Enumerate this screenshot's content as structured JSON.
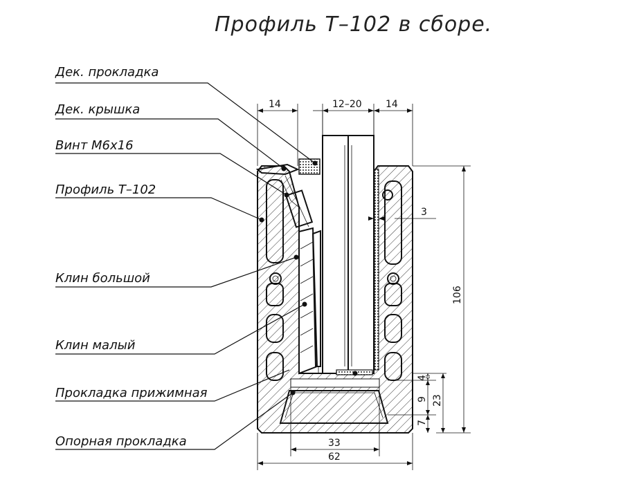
{
  "title": "Профиль Т–102 в сборе.",
  "labels": [
    {
      "id": "dek-prokladka",
      "text": "Дек. прокладка"
    },
    {
      "id": "dek-kryshka",
      "text": "Дек. крышка"
    },
    {
      "id": "vint",
      "text": "Винт М6х16"
    },
    {
      "id": "profil",
      "text": "Профиль Т–102"
    },
    {
      "id": "klin-bolshoy",
      "text": "Клин большой"
    },
    {
      "id": "klin-malyy",
      "text": "Клин малый"
    },
    {
      "id": "prokladka-prizhimnaya",
      "text": "Прокладка прижимная"
    },
    {
      "id": "opornaya-prokladka",
      "text": "Опорная прокладка"
    }
  ],
  "dimensions": {
    "top_left": "14",
    "top_center": "12–20",
    "top_right": "14",
    "wall": "3",
    "height": "106",
    "base_4": "4",
    "base_9": "9",
    "base_23": "23",
    "base_7": "7",
    "pad_width": "33",
    "total_width": "62"
  }
}
